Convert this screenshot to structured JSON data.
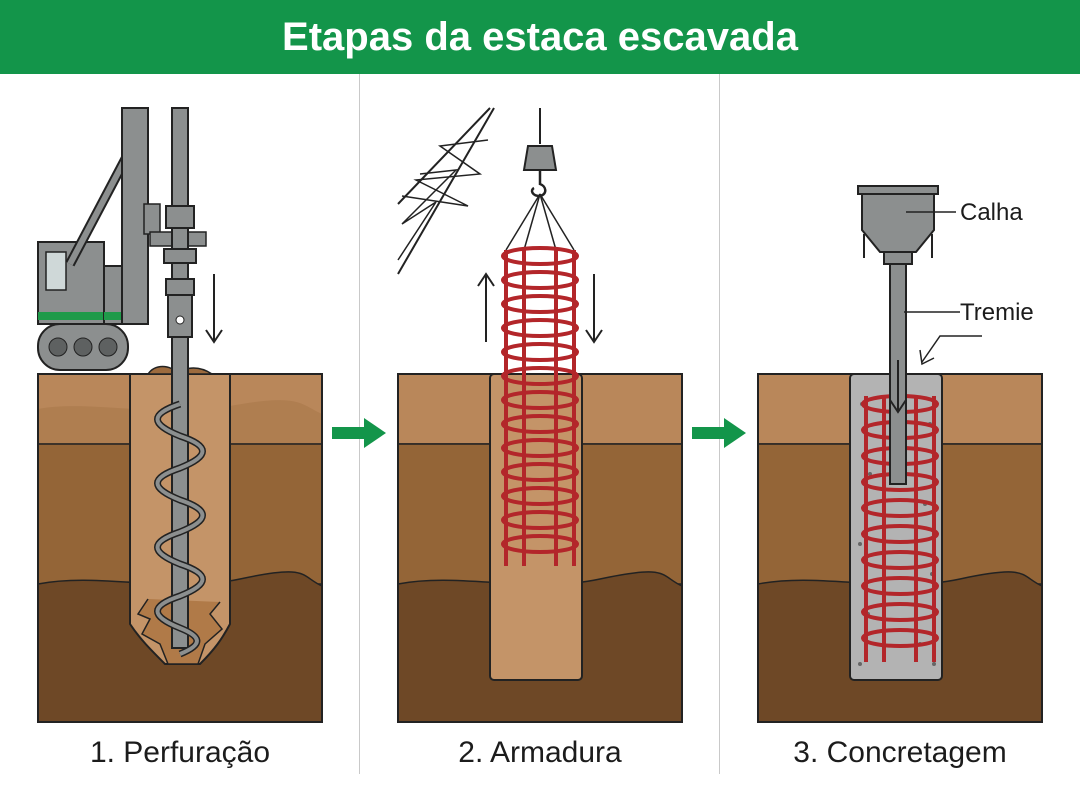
{
  "title": "Etapas da estaca escavada",
  "steps": [
    {
      "label": "1. Perfuração"
    },
    {
      "label": "2. Armadura"
    },
    {
      "label": "3. Concretagem"
    }
  ],
  "callouts": {
    "hopper": "Calha",
    "tremie": "Tremie"
  },
  "colors": {
    "banner": "#13954a",
    "arrow": "#13954a",
    "soil_top": "#b9875a",
    "soil_mid": "#946537",
    "soil_bottom": "#6e4826",
    "rebar": "#b3262a",
    "concrete": "#b3b3b3",
    "machine": "#8c8f8f",
    "machine_stripe": "#1f9a4a"
  },
  "icons": {
    "flow_arrow": "arrow-right-icon",
    "motion_arrow": "arrow-down-icon"
  }
}
